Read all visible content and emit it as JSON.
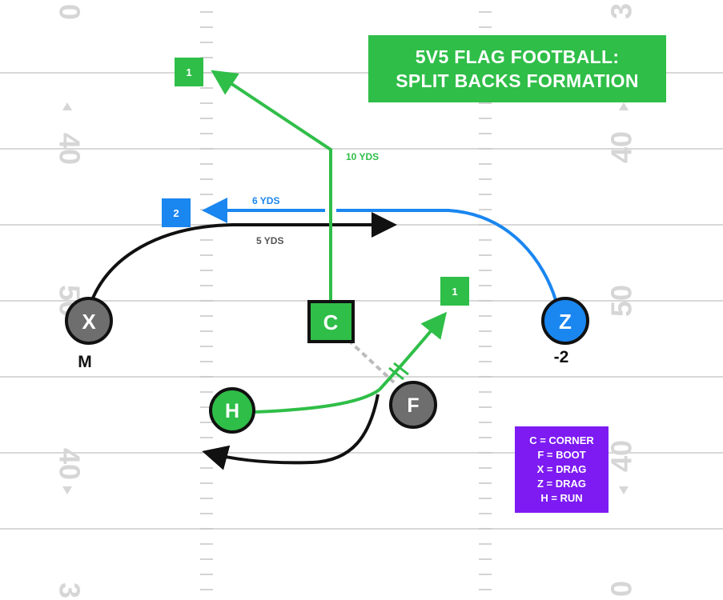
{
  "title": {
    "line1": "5V5 FLAG FOOTBALL:",
    "line2": "SPLIT BACKS FORMATION"
  },
  "field": {
    "left_numbers": [
      "0",
      "40",
      "50",
      "40",
      "3"
    ],
    "right_numbers": [
      "3",
      "40",
      "50",
      "40",
      "0"
    ]
  },
  "players": {
    "x": {
      "label": "X",
      "tag": "M"
    },
    "c": {
      "label": "C"
    },
    "z": {
      "label": "Z",
      "tag": "-2"
    },
    "h": {
      "label": "H"
    },
    "f": {
      "label": "F"
    }
  },
  "read_markers": {
    "m1_top": "1",
    "m2": "2",
    "m1_side": "1"
  },
  "route_labels": {
    "c": "10 YDS",
    "z": "6 YDS",
    "x": "5 YDS"
  },
  "legend": [
    "C = CORNER",
    "F = BOOT",
    "X = DRAG",
    "Z = DRAG",
    "H = RUN"
  ],
  "colors": {
    "green": "#2fbe48",
    "blue": "#1a86f0",
    "black": "#111111",
    "gray_player": "#6e6e6e",
    "purple": "#7d1bf2",
    "field_line": "#cccccc",
    "field_number": "#d6d6d6"
  }
}
